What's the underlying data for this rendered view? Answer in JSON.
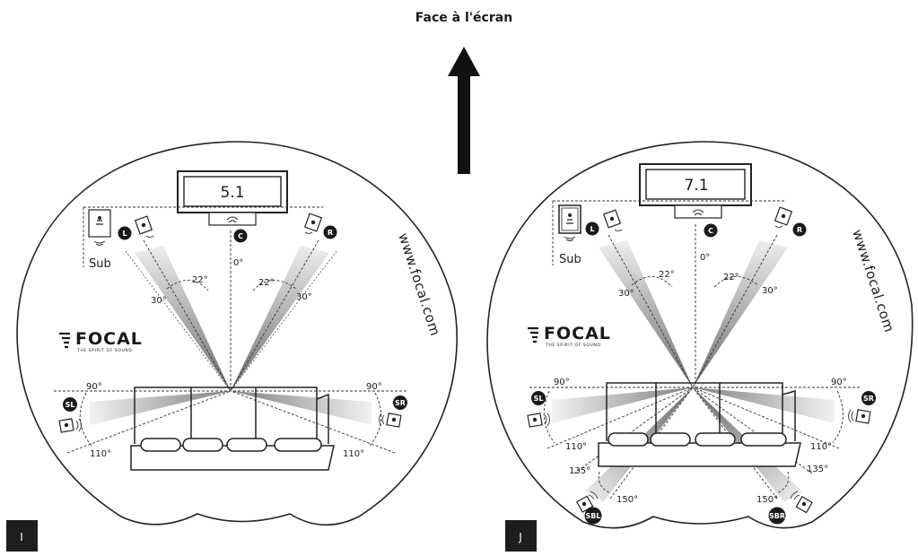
{
  "header": {
    "title": "Face à l'écran"
  },
  "brand": {
    "name": "FOCAL",
    "tagline": "THE SPIRIT OF SOUND",
    "url": "www.focal.com"
  },
  "panel_i": {
    "corner_label": "I",
    "screen_label": "5.1",
    "sub_label": "Sub",
    "center_angle": "0°",
    "front_inner_left": "22°",
    "front_outer_left": "30°",
    "front_inner_right": "22°",
    "front_outer_right": "30°",
    "side_top_left": "90°",
    "side_top_right": "90°",
    "side_bottom_left": "110°",
    "side_bottom_right": "110°",
    "speakers": {
      "left": "L",
      "center": "C",
      "right": "R",
      "surround_left": "SL",
      "surround_right": "SR"
    }
  },
  "panel_j": {
    "corner_label": "J",
    "screen_label": "7.1",
    "sub_label": "Sub",
    "center_angle": "0°",
    "front_inner_left": "22°",
    "front_outer_left": "30°",
    "front_inner_right": "22°",
    "front_outer_right": "30°",
    "side_top_left": "90°",
    "side_top_right": "90°",
    "side_bottom_left": "110°",
    "side_bottom_right": "110°",
    "back_left_inner": "135°",
    "back_left_outer": "150°",
    "back_right_inner": "135°",
    "back_right_outer": "150°",
    "speakers": {
      "left": "L",
      "center": "C",
      "right": "R",
      "surround_left": "SL",
      "surround_right": "SR",
      "back_left": "SBL",
      "back_right": "SBR"
    }
  }
}
